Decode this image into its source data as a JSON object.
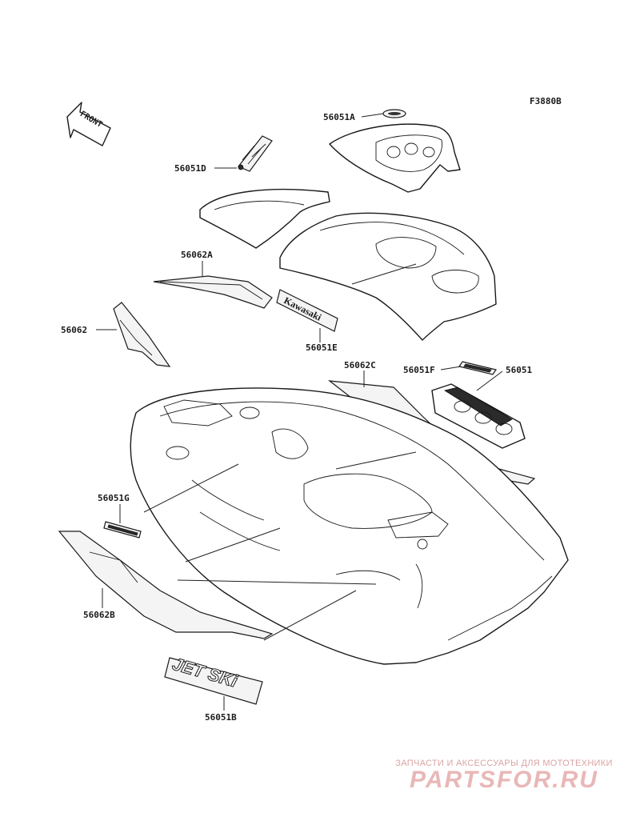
{
  "figure_code": "F3880B",
  "front_arrow_label": "FRONT",
  "labels": {
    "l56051A": "56051A",
    "l56051D": "56051D",
    "l56062A": "56062A",
    "l56062": "56062",
    "l56051E": "56051E",
    "l56062C": "56062C",
    "l56051F": "56051F",
    "l56051": "56051",
    "l56051G": "56051G",
    "l56062B": "56062B",
    "l56051B": "56051B"
  },
  "decal_text": {
    "kawasaki": "Kawasaki",
    "jetski": "JET SKi"
  },
  "watermark": {
    "tagline": "ЗАПЧАСТИ И АКСЕССУАРЫ ДЛЯ МОТОТЕХНИКИ",
    "brand": "PARTSFOR.RU"
  },
  "colors": {
    "line": "#1a1a1a",
    "watermark": "#e9b7b7"
  }
}
